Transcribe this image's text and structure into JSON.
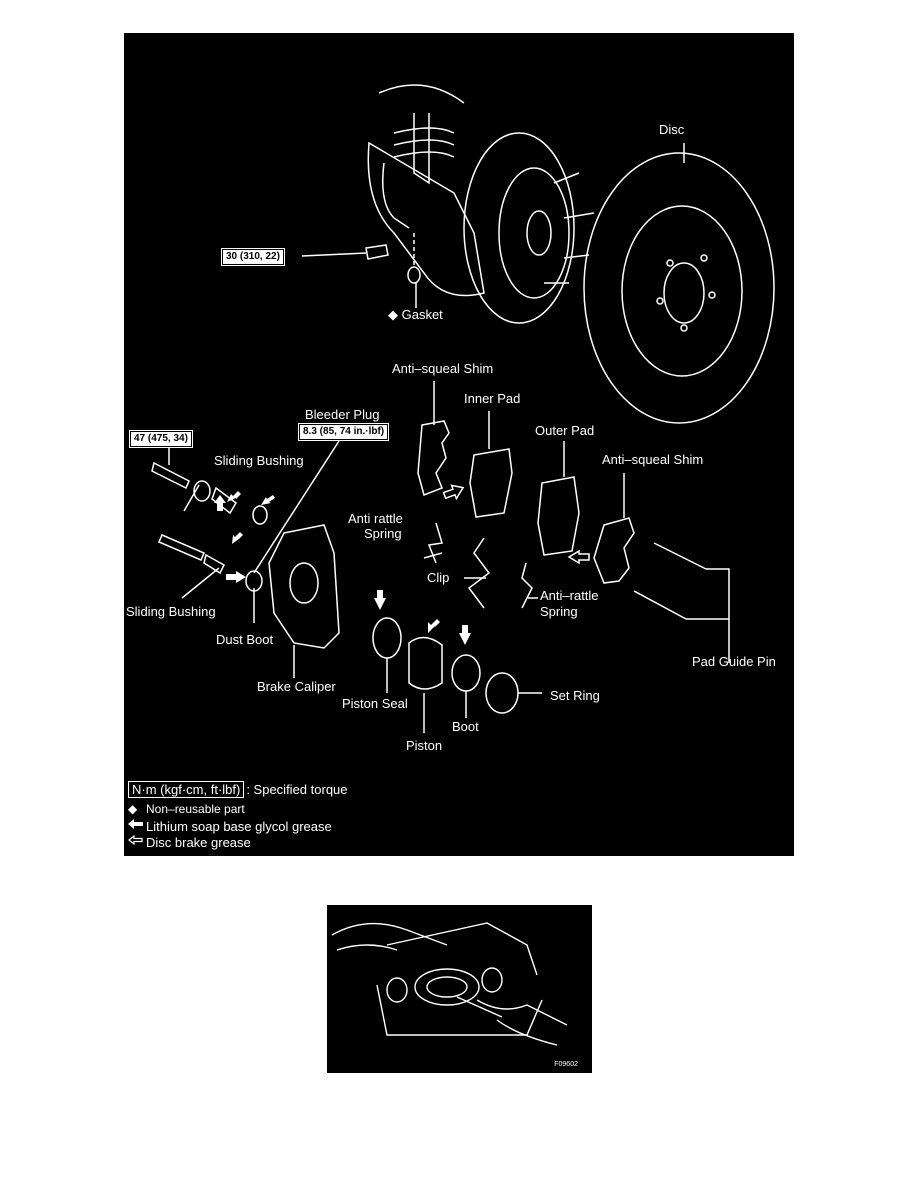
{
  "diagram": {
    "labels": {
      "disc": "Disc",
      "gasket": "◆ Gasket",
      "anti_squeal_shim_1": "Anti–squeal Shim",
      "inner_pad": "Inner Pad",
      "bleeder_plug": "Bleeder Plug",
      "outer_pad": "Outer Pad",
      "anti_squeal_shim_2": "Anti–squeal Shim",
      "sliding_bushing_1": "Sliding Bushing",
      "anti_rattle_spring_1_line1": "Anti rattle",
      "anti_rattle_spring_1_line2": "Spring",
      "clip": "Clip",
      "anti_rattle_spring_2_line1": "Anti–rattle",
      "anti_rattle_spring_2_line2": "Spring",
      "sliding_bushing_2": "Sliding Bushing",
      "dust_boot": "Dust Boot",
      "pad_guide_pin": "Pad Guide Pin",
      "brake_caliper": "Brake Caliper",
      "piston_seal": "Piston Seal",
      "set_ring": "Set Ring",
      "boot": "Boot",
      "piston": "Piston"
    },
    "torque_boxes": {
      "mount_bolt": "30 (310, 22)",
      "caliper_bolt": "47 (475, 34)",
      "bleeder_plug": "8.3 (85, 74 in.·lbf)"
    },
    "legend": {
      "torque_unit": "N·m (kgf·cm, ft·lbf)",
      "torque_text": ": Specified torque",
      "non_reusable": "Non–reusable part",
      "lithium_grease": "Lithium soap base glycol grease",
      "disc_brake_grease": "Disc brake grease"
    }
  },
  "photo": {
    "code": "F09602"
  }
}
